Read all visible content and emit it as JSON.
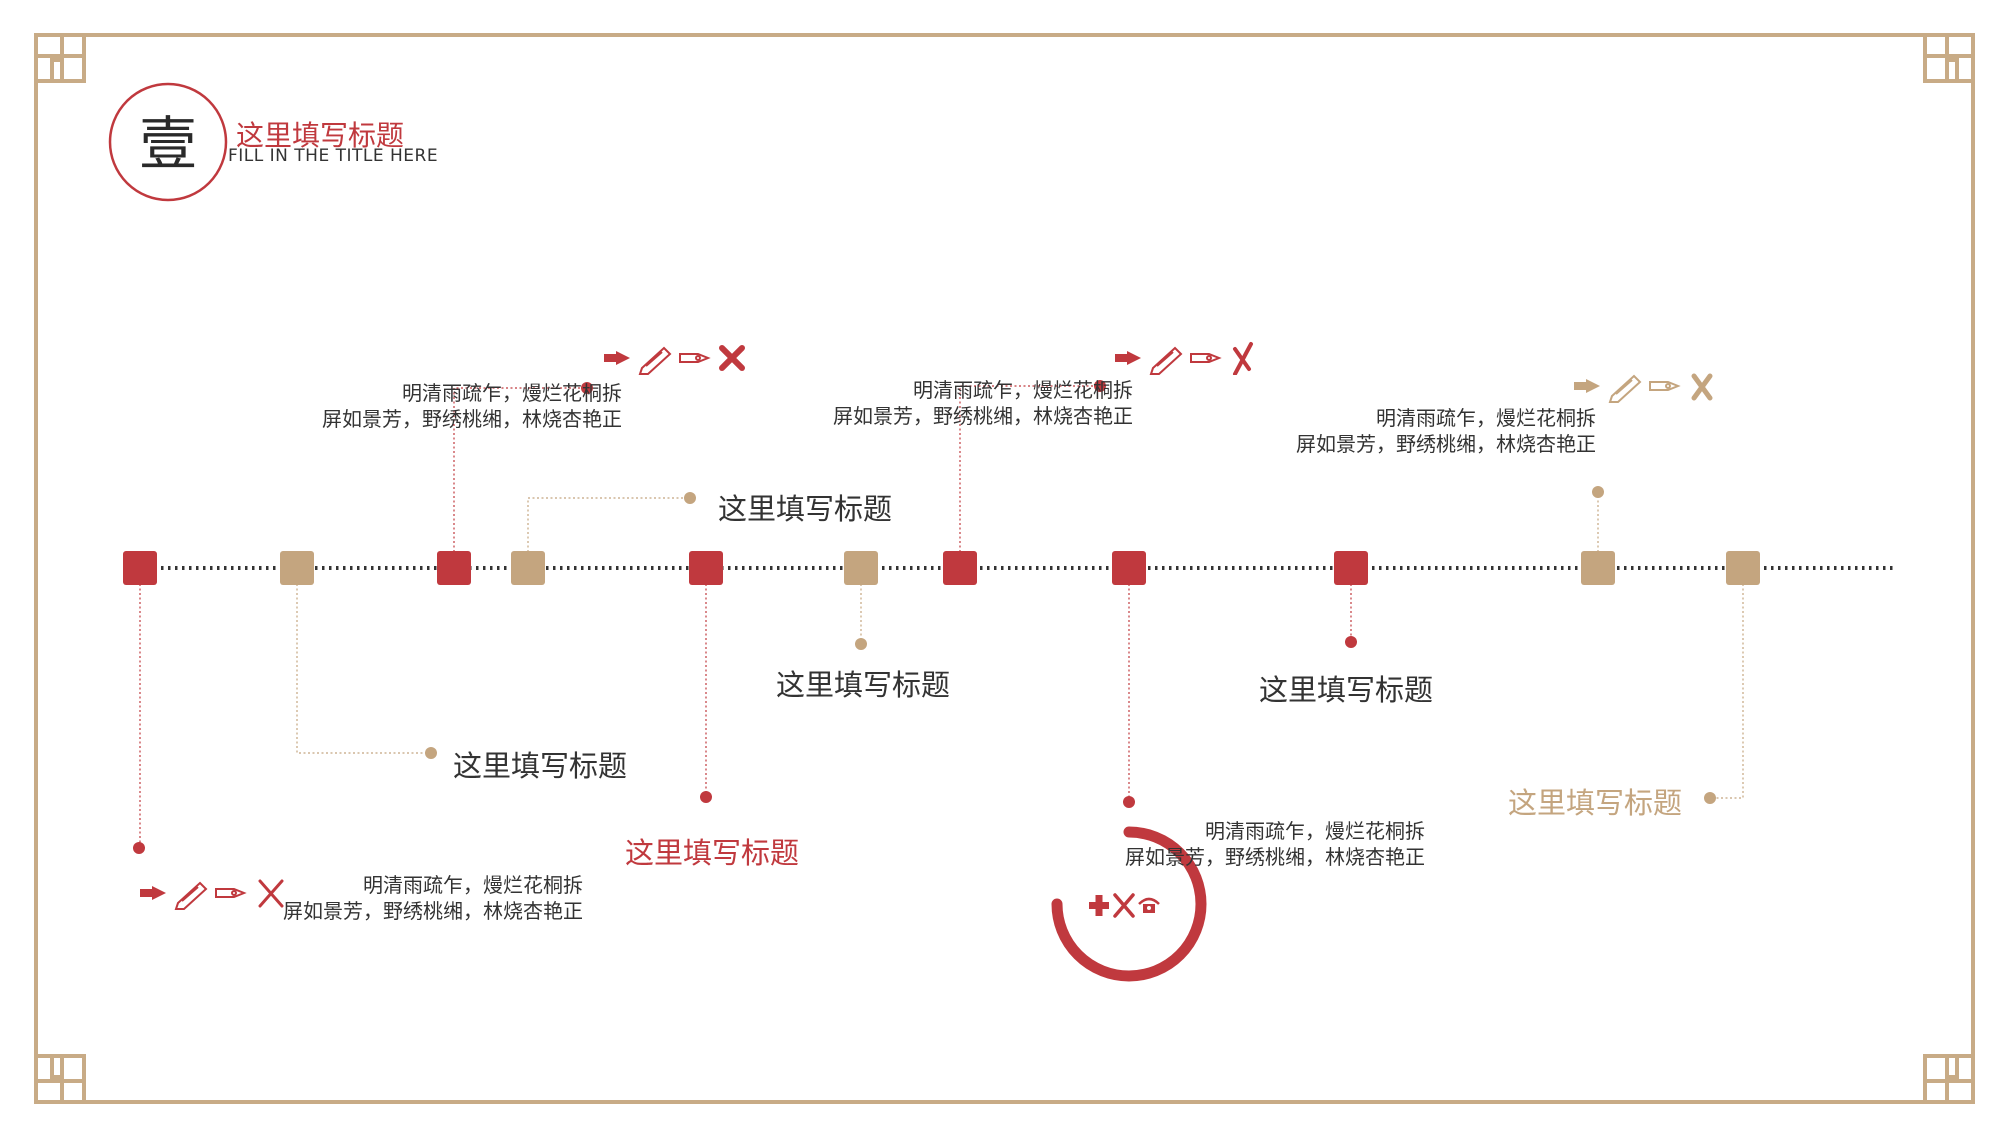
{
  "header": {
    "char": "壹",
    "title": "这里填写标题",
    "subtitle": "FILL IN THE TITLE HERE"
  },
  "colors": {
    "red": "#c0393e",
    "tan": "#c4a57f",
    "text": "#333333",
    "frame": "#c8ab86"
  },
  "milestones": [
    {
      "color": "red"
    },
    {
      "color": "tan"
    },
    {
      "color": "red"
    },
    {
      "color": "tan"
    },
    {
      "color": "red"
    },
    {
      "color": "tan"
    },
    {
      "color": "red"
    },
    {
      "color": "red"
    },
    {
      "color": "red"
    },
    {
      "color": "tan"
    },
    {
      "color": "tan"
    }
  ],
  "labels": [
    {
      "text": "这里填写标题",
      "color": "text"
    },
    {
      "text": "这里填写标题",
      "color": "text"
    },
    {
      "text": "这里填写标题",
      "color": "text"
    },
    {
      "text": "这里填写标题",
      "color": "red"
    },
    {
      "text": "这里填写标题",
      "color": "text"
    },
    {
      "text": "这里填写标题",
      "color": "tan"
    }
  ],
  "notes": [
    {
      "line1": "明清雨疏乍，熳烂花桐拆",
      "line2": "屏如景芳，野绣桃缃，林烧杏艳正"
    },
    {
      "line1": "明清雨疏乍，熳烂花桐拆",
      "line2": "屏如景芳，野绣桃缃，林烧杏艳正"
    },
    {
      "line1": "明清雨疏乍，熳烂花桐拆",
      "line2": "屏如景芳，野绣桃缃，林烧杏艳正"
    },
    {
      "line1": "明清雨疏乍，熳烂花桐拆",
      "line2": "屏如景芳，野绣桃缃，林烧杏艳正"
    },
    {
      "line1": "明清雨疏乍，熳烂花桐拆",
      "line2": "屏如景芳，野绣桃缃，林烧杏艳正"
    }
  ],
  "icons": {
    "tools": [
      "pen-nib-icon",
      "pencil-icon",
      "fountain-pen-icon",
      "cross-icon"
    ],
    "medical": [
      "cross-plus-icon",
      "x-icon",
      "phone-icon"
    ]
  }
}
